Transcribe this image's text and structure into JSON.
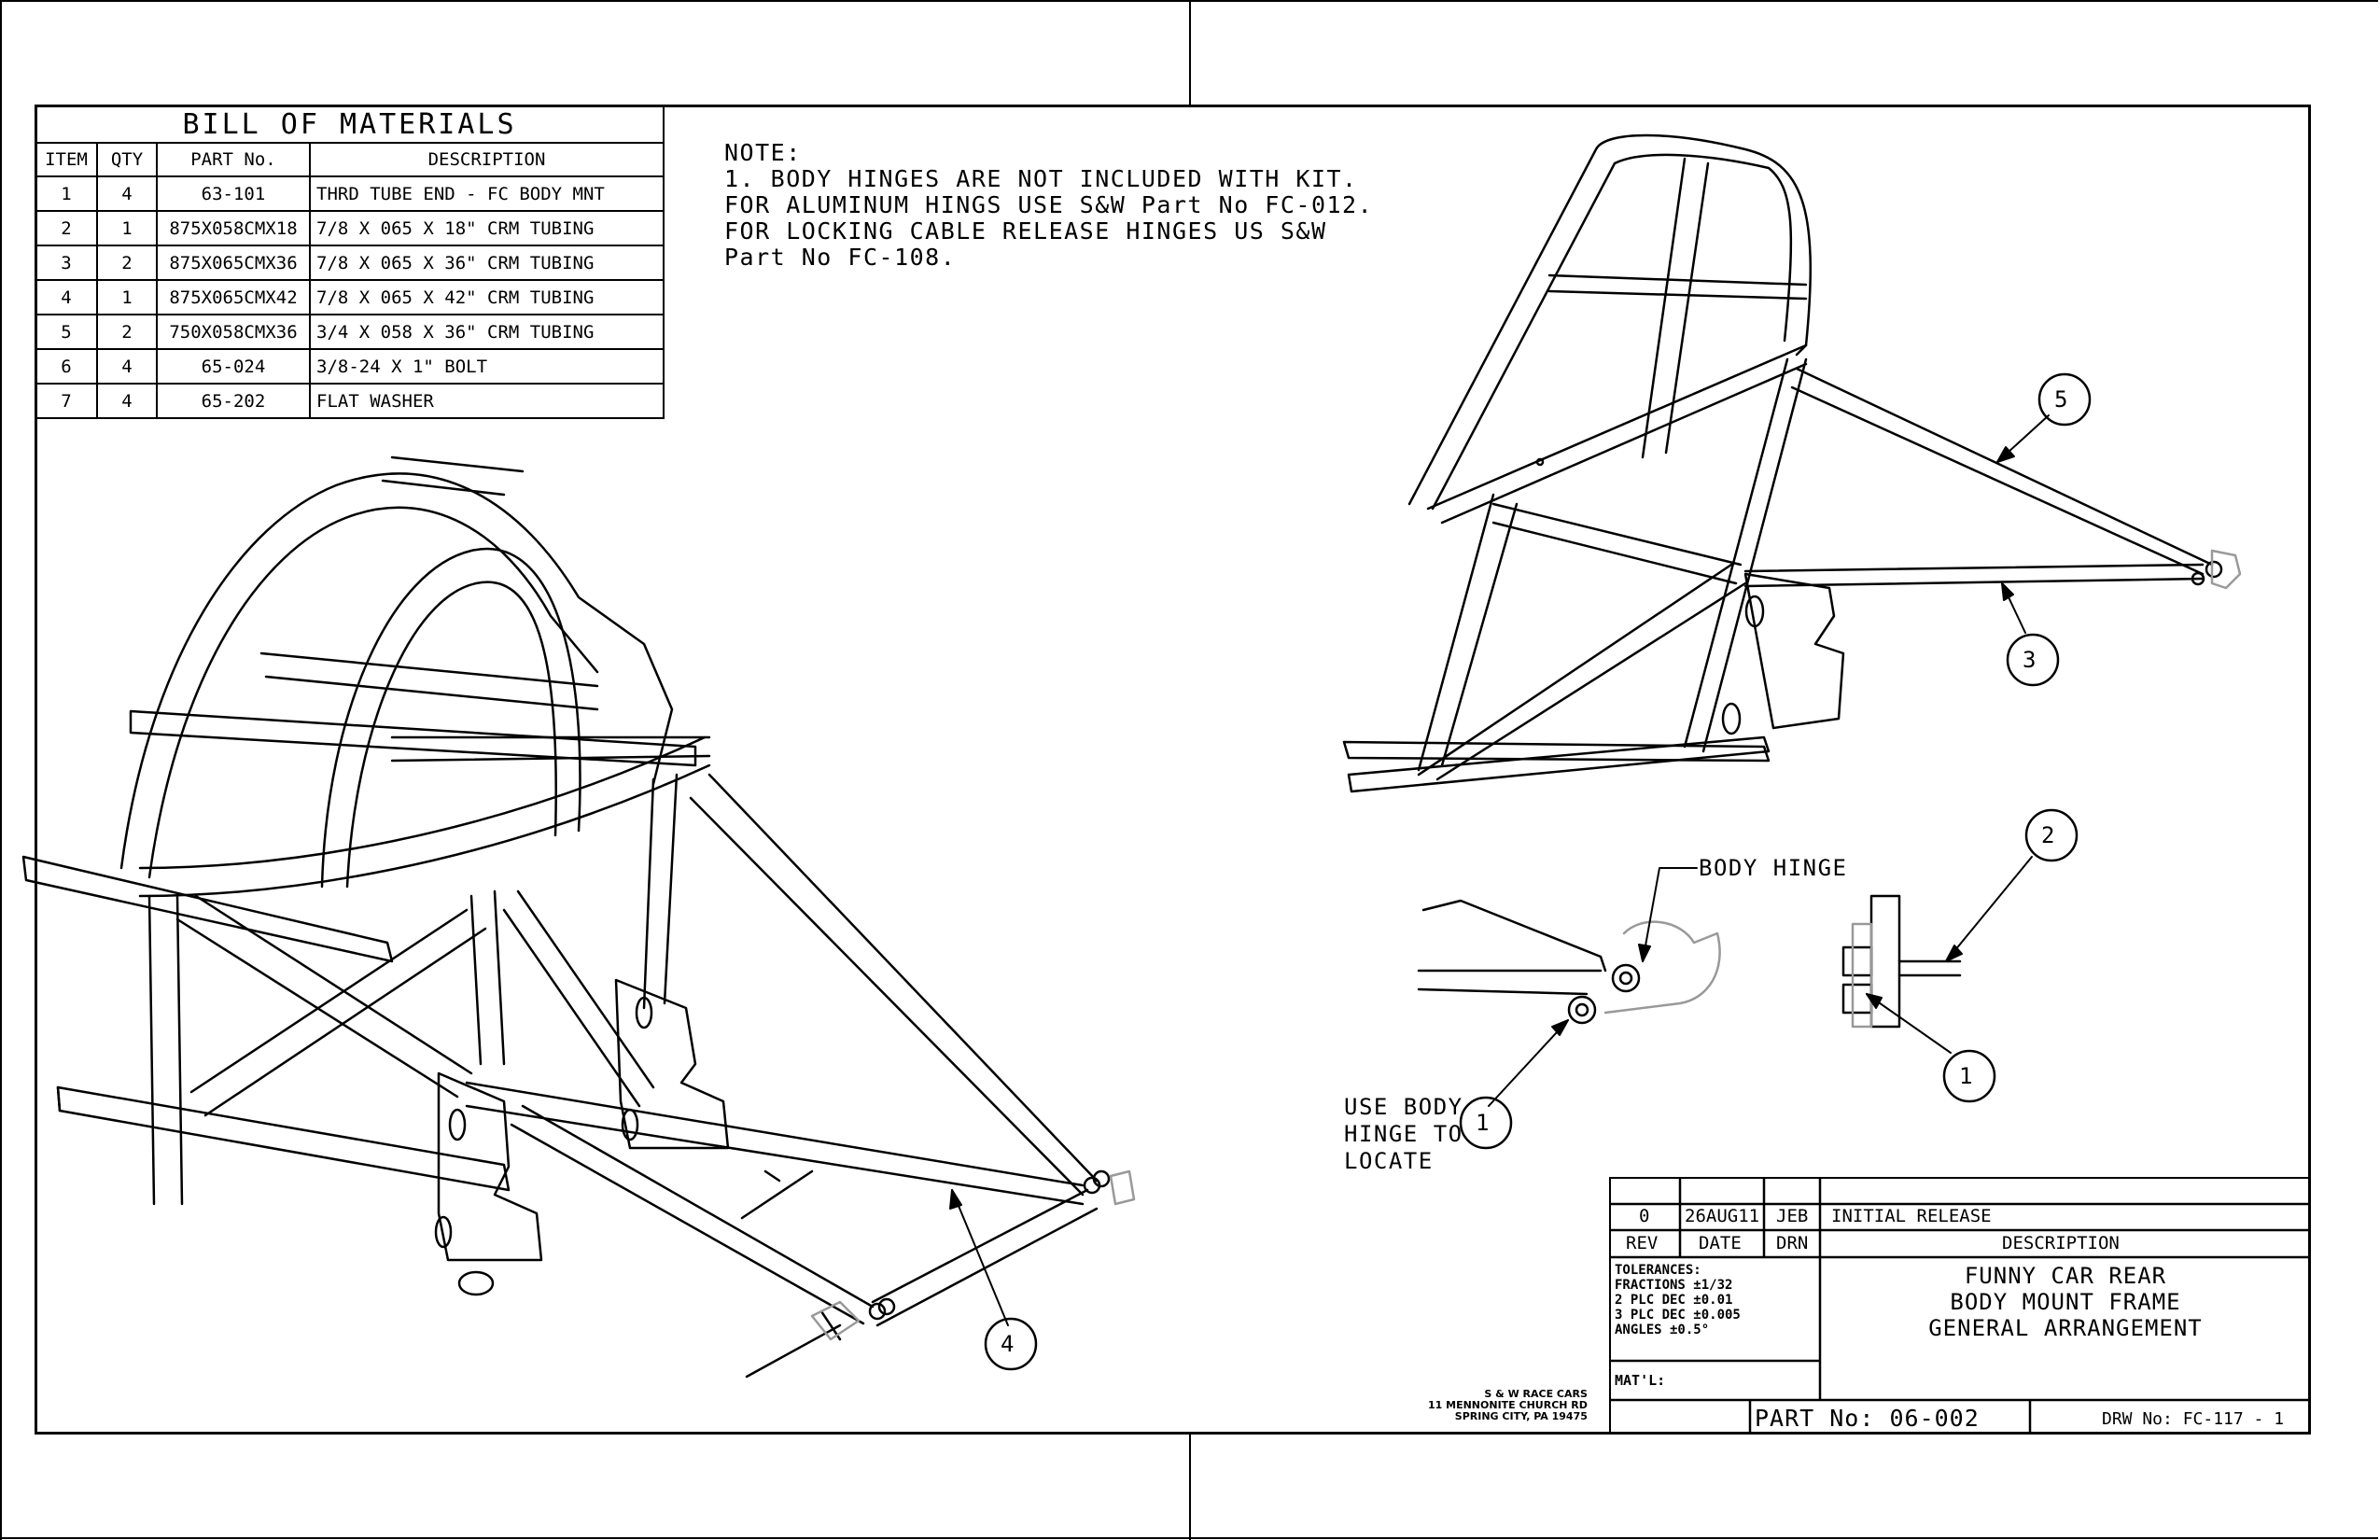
{
  "bom": {
    "title": "BILL OF MATERIALS",
    "headers": [
      "ITEM",
      "QTY",
      "PART No.",
      "DESCRIPTION"
    ],
    "rows": [
      [
        "1",
        "4",
        "63-101",
        "THRD TUBE END - FC BODY MNT"
      ],
      [
        "2",
        "1",
        "875X058CMX18",
        "7/8 X 065 X 18\" CRM TUBING"
      ],
      [
        "3",
        "2",
        "875X065CMX36",
        "7/8 X 065 X 36\" CRM TUBING"
      ],
      [
        "4",
        "1",
        "875X065CMX42",
        "7/8 X 065 X 42\" CRM TUBING"
      ],
      [
        "5",
        "2",
        "750X058CMX36",
        "3/4 X 058 X 36\" CRM TUBING"
      ],
      [
        "6",
        "4",
        "65-024",
        "3/8-24 X 1\" BOLT"
      ],
      [
        "7",
        "4",
        "65-202",
        "FLAT WASHER"
      ]
    ]
  },
  "note": {
    "heading": "NOTE:",
    "lines": [
      "1. BODY HINGES ARE NOT INCLUDED WITH KIT.",
      "FOR ALUMINUM HINGS USE S&W Part No FC-012.",
      "FOR LOCKING CABLE RELEASE HINGES US S&W",
      "Part No FC-108."
    ]
  },
  "callouts": {
    "balloon_4": "4",
    "balloon_5": "5",
    "balloon_3": "3",
    "balloon_2": "2",
    "balloon_1a": "1",
    "balloon_1b": "1",
    "body_hinge": "BODY HINGE",
    "use_body_hinge": "USE BODY\nHINGE TO\nLOCATE"
  },
  "title_block": {
    "rev": "0",
    "date": "26AUG11",
    "drn": "JEB",
    "description_value": "INITIAL RELEASE",
    "rev_label": "REV",
    "date_label": "DATE",
    "drn_label": "DRN",
    "description_label": "DESCRIPTION",
    "tolerances": [
      "TOLERANCES:",
      "FRACTIONS ±1/32",
      "2 PLC DEC ±0.01",
      "3 PLC DEC ±0.005",
      "ANGLES ±0.5°"
    ],
    "drawing_title": [
      "FUNNY CAR REAR",
      "BODY MOUNT FRAME",
      "GENERAL ARRANGEMENT"
    ],
    "material_label": "MAT'L:",
    "part_no": "PART No: 06-002",
    "drw_no": "DRW No: FC-117 - 1",
    "company": [
      "S & W RACE CARS",
      "11 MENNONITE CHURCH RD",
      "SPRING CITY, PA 19475"
    ]
  }
}
